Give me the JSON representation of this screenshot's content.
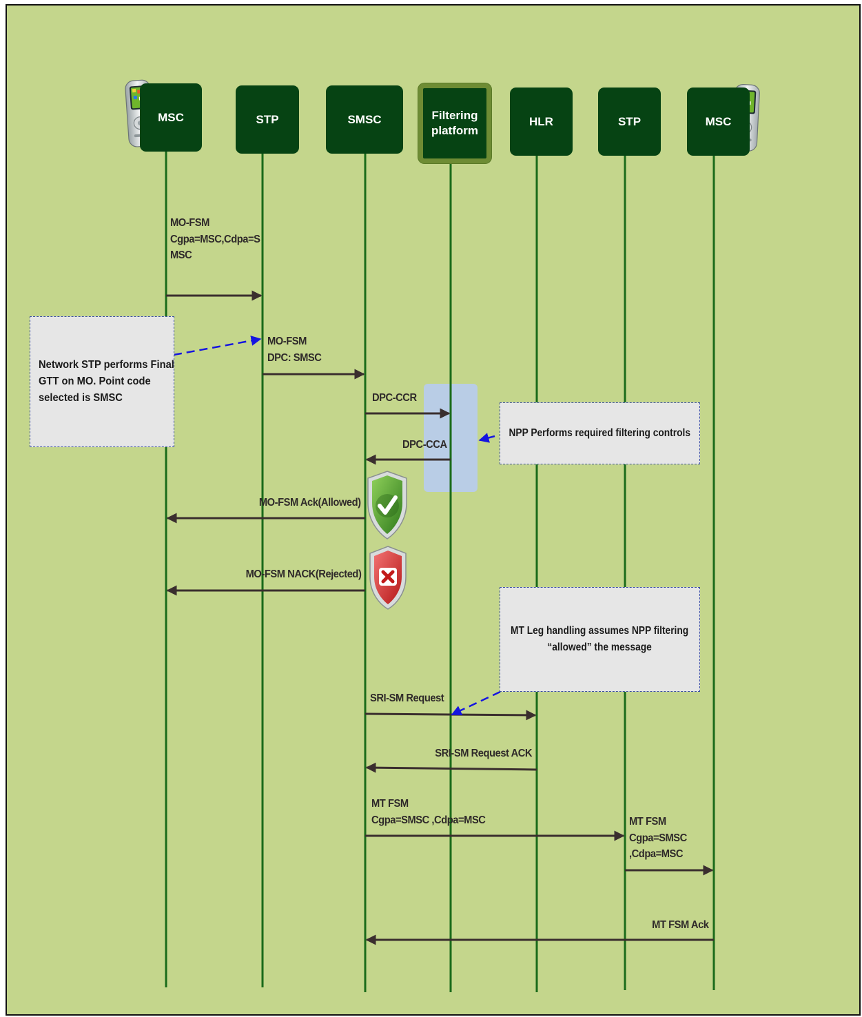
{
  "nodes": {
    "msc_origin": "MSC",
    "stp_origin": "STP",
    "smsc": "SMSC",
    "filtering_platform": "Filtering platform",
    "hlr": "HLR",
    "stp_dest": "STP",
    "msc_dest": "MSC"
  },
  "messages": {
    "mo_fsm_1": "MO-FSM\nCgpa=MSC,Cdpa=S\nMSC",
    "mo_fsm_2": "MO-FSM\nDPC: SMSC",
    "dpc_ccr": "DPC-CCR",
    "dpc_cca": "DPC-CCA",
    "mo_fsm_ack": "MO-FSM Ack(Allowed)",
    "mo_fsm_nack": "MO-FSM NACK(Rejected)",
    "sri_sm_request": "SRI-SM Request",
    "sri_sm_request_ack": "SRI-SM Request ACK",
    "mt_fsm_1": "MT FSM\nCgpa=SMSC ,Cdpa=MSC",
    "mt_fsm_2": "MT FSM\nCgpa=SMSC\n,Cdpa=MSC",
    "mt_fsm_ack": "MT FSM Ack"
  },
  "notes": {
    "network_stp": "Network STP performs Final\nGTT on MO. Point code\nselected is SMSC",
    "npp_filtering": "NPP Performs required filtering controls",
    "mt_leg": "MT Leg handling assumes NPP filtering\n“allowed” the message"
  },
  "icons": {
    "allowed": "shield-check-icon",
    "rejected": "shield-x-icon",
    "phone": "mobile-phone-icon"
  },
  "colors": {
    "background": "#c4d68c",
    "node_fill": "#064313",
    "lifeline": "#1a6b1a",
    "arrow": "#3a2e2e",
    "note_arrow": "#1515e0",
    "filter_highlight": "#b9cde6",
    "shield_allowed": "#4e9a2e",
    "shield_rejected": "#d02a2a"
  }
}
